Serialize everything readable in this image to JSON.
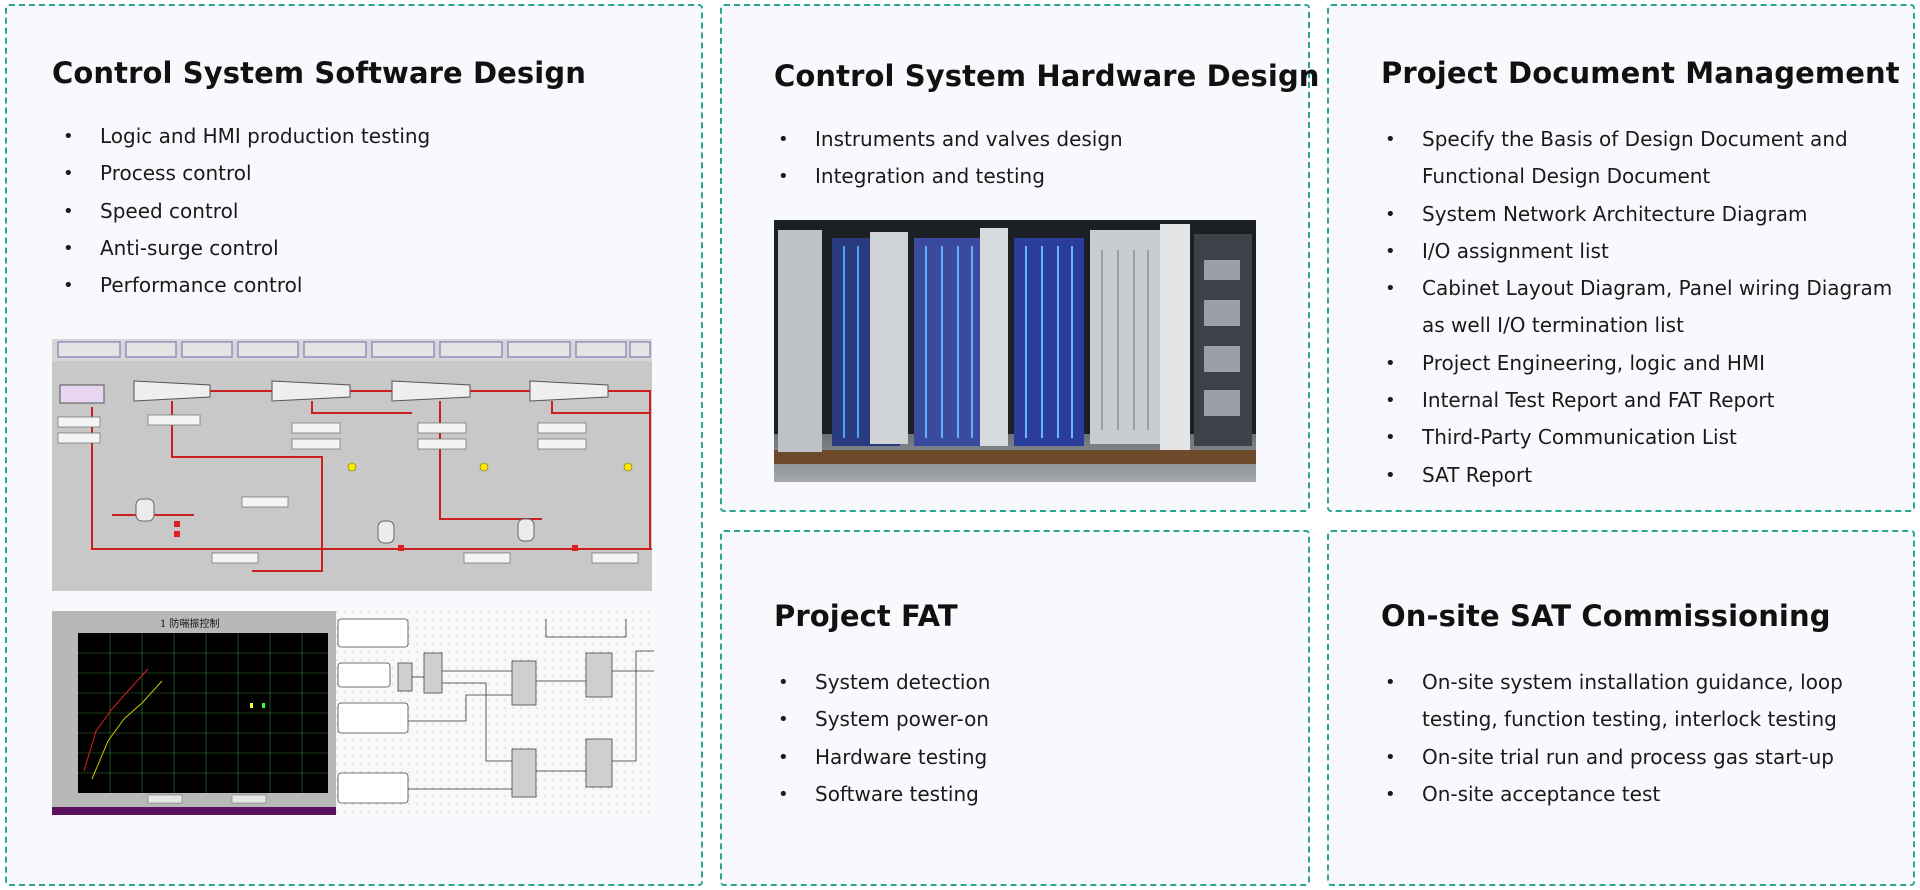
{
  "cards": {
    "software": {
      "title": "Control System Software Design",
      "items": [
        "Logic and HMI production testing",
        "Process control",
        "Speed control",
        "Anti-surge control",
        "Performance control"
      ],
      "hmi_tabs": [
        "",
        "",
        "",
        "",
        "",
        "",
        "",
        "",
        "",
        ""
      ],
      "chart_title": "1 防喘振控制"
    },
    "hardware": {
      "title": "Control System Hardware Design",
      "items": [
        "Instruments and valves design",
        "Integration and testing"
      ]
    },
    "documents": {
      "title": "Project Document Management",
      "items": [
        "Specify the Basis of Design Document and Functional Design Document",
        "System Network Architecture Diagram",
        "I/O assignment list",
        "Cabinet Layout Diagram, Panel wiring Diagram as well I/O termination list",
        "Project Engineering, logic and HMI",
        "Internal Test Report and FAT Report",
        "Third-Party Communication List",
        "SAT Report"
      ]
    },
    "fat": {
      "title": "Project FAT",
      "items": [
        "System detection",
        "System power-on",
        "Hardware testing",
        "Software testing"
      ]
    },
    "sat": {
      "title": "On-site SAT Commissioning",
      "items": [
        "On-site system installation guidance, loop testing, function testing, interlock testing",
        "On-site trial run and process gas start-up",
        "On-site acceptance test"
      ]
    }
  },
  "colors": {
    "border": "#2aa690",
    "card_bg": "#f7f9fc",
    "hmi_bg": "#c8c8c8",
    "hmi_line": "#cc1f1f"
  }
}
